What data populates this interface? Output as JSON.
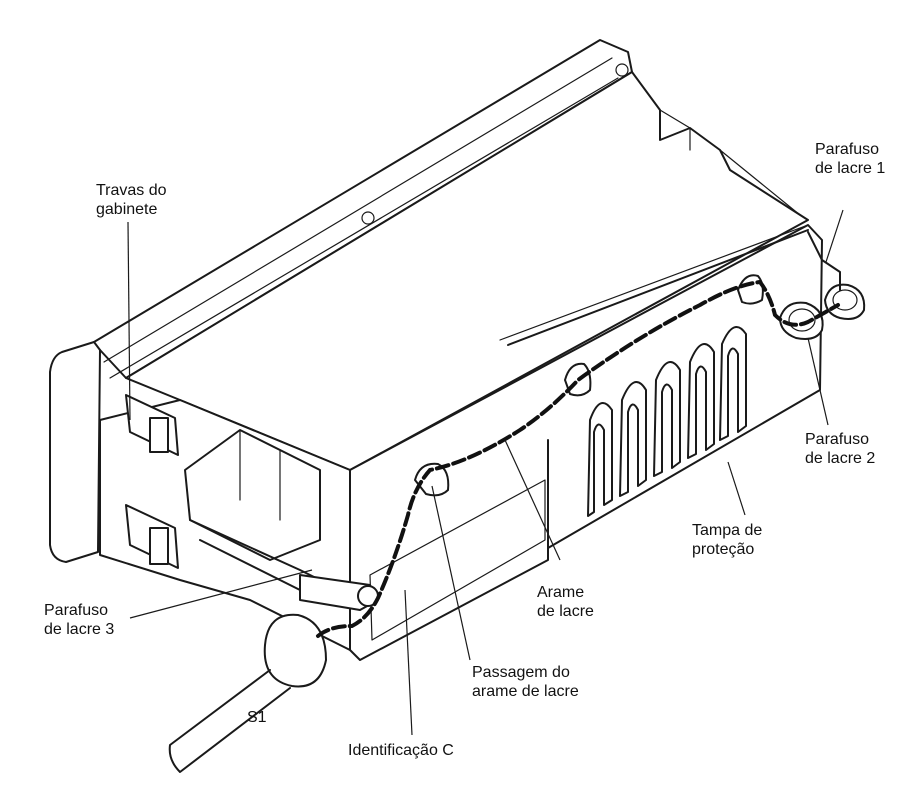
{
  "labels": {
    "travas": [
      "Travas do",
      "gabinete"
    ],
    "parafuso1": [
      "Parafuso",
      "de lacre 1"
    ],
    "parafuso2": [
      "Parafuso",
      "de lacre 2"
    ],
    "parafuso3": [
      "Parafuso",
      "de lacre 3"
    ],
    "tampa": [
      "Tampa de",
      "proteção"
    ],
    "arame": [
      "Arame",
      "de lacre"
    ],
    "passagem": [
      "Passagem do",
      "arame de lacre"
    ],
    "identificacao": "Identificação C",
    "s1": "S1"
  },
  "colors": {
    "line": "#1a1a1a",
    "background": "#ffffff"
  }
}
